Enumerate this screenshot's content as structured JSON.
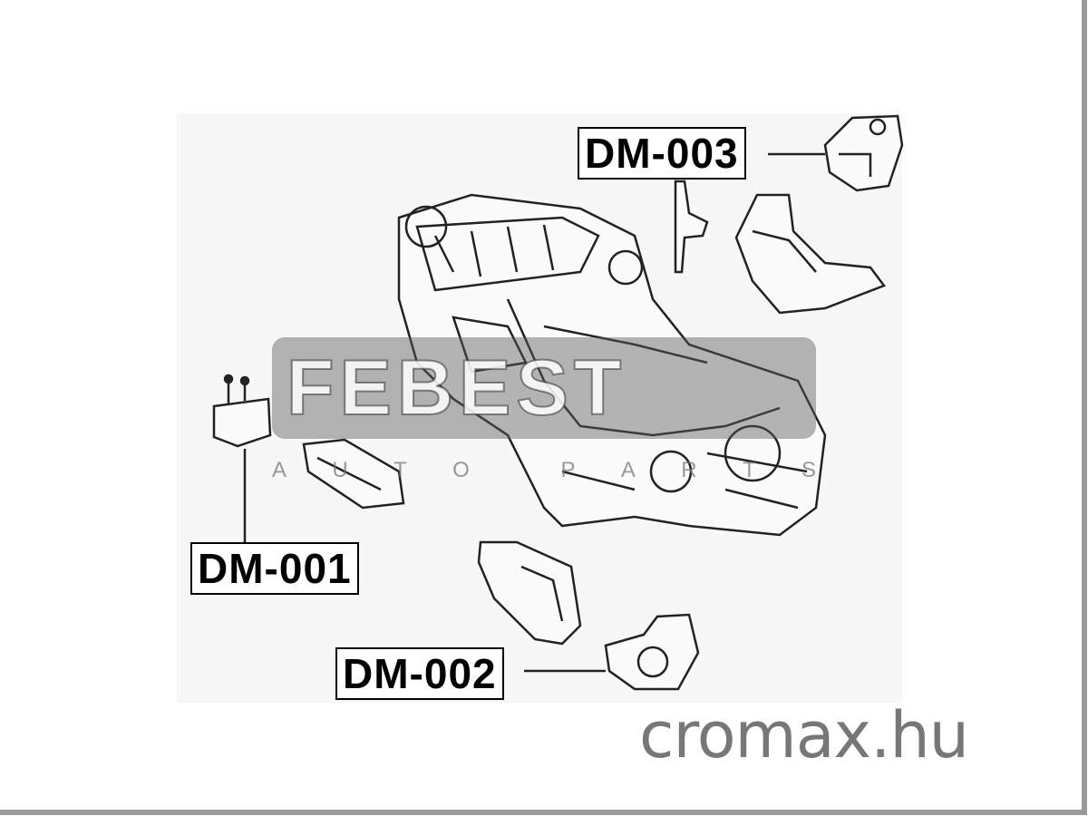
{
  "labels": {
    "dm003": "DM-003",
    "dm001": "DM-001",
    "dm002": "DM-002"
  },
  "watermark": {
    "brand": "FEBEST",
    "subtitle": [
      "A",
      "U",
      "T",
      "O",
      "P",
      "A",
      "R",
      "T",
      "S"
    ]
  },
  "site": "cromax.hu",
  "colors": {
    "line": "#222222",
    "frame": "#9a9a9a",
    "site_text": "#777777"
  }
}
